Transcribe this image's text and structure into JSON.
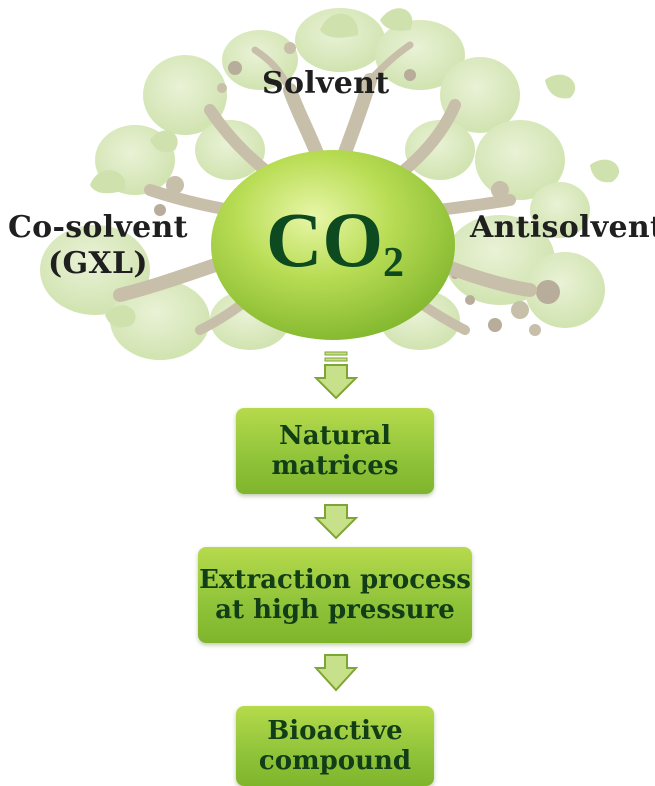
{
  "diagram": {
    "co2": {
      "main": "CO",
      "subscript": "2"
    },
    "roles": {
      "solvent": "Solvent",
      "cosolvent_line1": "Co-solvent",
      "cosolvent_line2": "(GXL)",
      "antisolvent": "Antisolvent"
    },
    "steps": [
      {
        "line1": "Natural",
        "line2": "matrices"
      },
      {
        "line1": "Extraction process",
        "line2": "at high pressure"
      },
      {
        "line1": "Bioactive",
        "line2": "compound"
      }
    ]
  },
  "colors": {
    "foliage": "#dbe9c2",
    "branch": "#c8bfaa",
    "orb": "#a8d13c",
    "box": "#94c63a",
    "arrow_fill": "#c7e08a",
    "arrow_stroke": "#7fa533",
    "text_dark": "#0e4a20"
  }
}
